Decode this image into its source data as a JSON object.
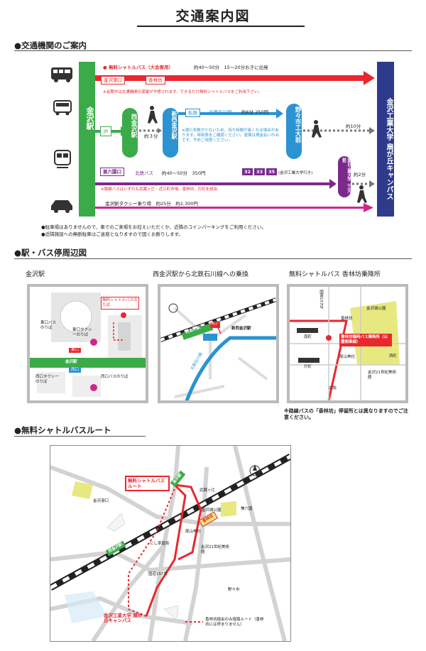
{
  "page": {
    "title": "交通案内図"
  },
  "transport": {
    "heading": "●交通機関のご案内",
    "kanazawa_station": "金沢駅",
    "destination": "金沢工業大学 扇が丘キャンパス",
    "shuttle": {
      "label": "無料シャトルバス（大会専用）",
      "time": "約40〜50分　15〜20分おきに出発",
      "from": "金沢港口",
      "to": "香林坊",
      "note": "※会期中は交通機関の混雑が予想されます。できるだけ無料シャトルバスをご利用下さい。"
    },
    "rail": {
      "jr": "JR",
      "nishikanazawa": "西金沢駅",
      "walk3": "約３分",
      "shinnishikanazawa": "新西金沢駅",
      "private": "私鉄",
      "line": "北鉄石川線",
      "line_info": "約6分 250円",
      "nonoichi": "野々市工大前",
      "walk10": "約10分",
      "note": "※運行本数が少ないため、待ち時間が長くなる場合があります。時刻表をご確認ください。運賃は現金払いのみです。予めご用意ください。"
    },
    "bus": {
      "from": "兼六園口",
      "company": "北鉄バス",
      "info": "約40〜50分　350円",
      "routes": [
        "32",
        "33",
        "35"
      ],
      "dest": "(金沢工業大学行き)",
      "stop": "金沢工業大学（工大前）",
      "walk2": "約2分",
      "note": "※路線バスはいずれも武蔵ヶ辻・近江町市場、香林坊、片町を経由"
    },
    "taxi": {
      "label": "金沢駅タクシー乗り場　約25分　約2,300円"
    },
    "notes": [
      "●駐車場はありませんので、車でのご来場をお控えいただくか、近隣のコインパーキングをご利用ください。",
      "●近隣施設への無断駐車はご迷惑となりますので固くお断りします。"
    ]
  },
  "stations": {
    "heading": "●駅・バス停周辺図",
    "map1": {
      "title": "金沢駅",
      "shuttle_stop": "無料シャトルバスのりば",
      "east": "東口",
      "west": "西口",
      "station": "金沢駅",
      "bus_stop": "東口バスのりば",
      "taxi_east": "東口タクシーのりば",
      "taxi_west": "西口タクシーのりば",
      "bus_west": "西口バスのりば"
    },
    "map2": {
      "title": "西金沢駅から北鉄石川線への乗換",
      "jr_station": "西金沢駅",
      "private_station": "新西金沢駅",
      "line": "北鉄石川線",
      "west_exit": "西口"
    },
    "map3": {
      "title": "無料シャトルバス 香林坊乗降所",
      "stop": "香林坊臨時バス乗降所（公園側車線）",
      "park": "金沢城公園",
      "road": "国道157号",
      "labels": [
        "香林坊",
        "南町",
        "片町",
        "尾山神社",
        "金沢21世紀美術館",
        "西町",
        "広坂"
      ],
      "note": "※路線バスの「香林坊」停留所とは異なりますのでご注意ください。"
    }
  },
  "route": {
    "heading": "●無料シャトルバスルート",
    "shuttle_label": "無料シャトルバスルート",
    "kanazawa": "金沢駅",
    "korinbo": "香林坊",
    "nishikanazawa": "西金沢駅",
    "kit": "金沢工業大学 扇が丘キャンパス",
    "legend": "香林坊経由のみ復路ルート（香林坊には停まりません）",
    "places": [
      "金沢港口",
      "武蔵ヶ辻",
      "金沢城公園",
      "兼六園",
      "にし茶屋街",
      "尾山神社",
      "金沢21世紀美術館",
      "国道157号",
      "野々市"
    ]
  },
  "colors": {
    "shuttle": "#e8282e",
    "jr": "#3bab49",
    "private": "#2b93d1",
    "bus": "#7b2a8c",
    "taxi": "#d0268b",
    "dest": "#2e3a8c"
  }
}
